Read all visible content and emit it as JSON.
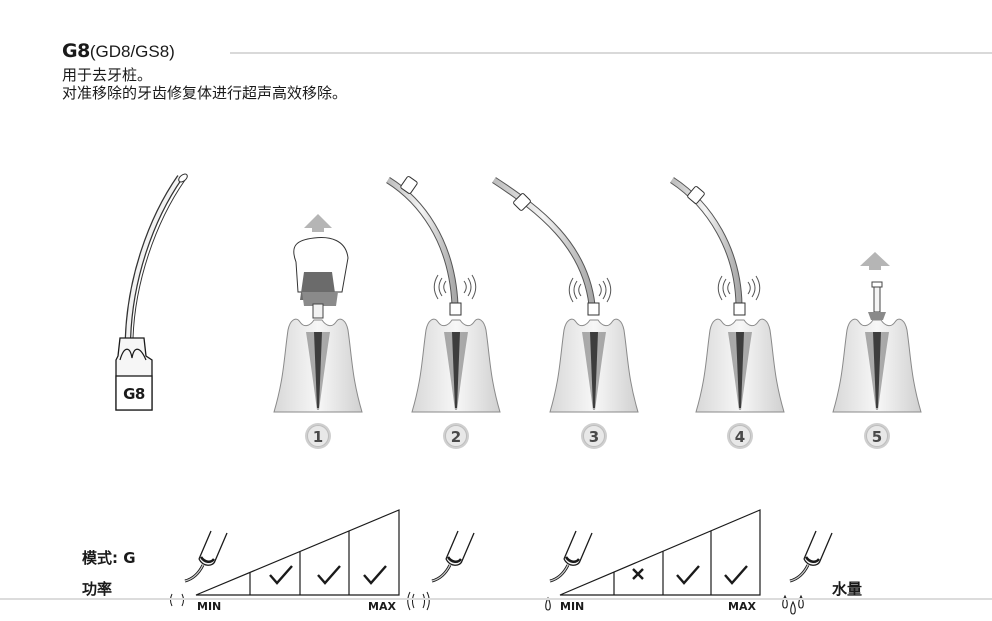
{
  "header": {
    "code": "G8",
    "variants": "(GD8/GS8)",
    "description_line1": "用于去牙桩。",
    "description_line2": "对准移除的牙齿修复体进行超声高效移除。"
  },
  "tip_label": "G8",
  "steps": [
    "1",
    "2",
    "3",
    "4",
    "5"
  ],
  "settings": {
    "mode_label": "模式: G",
    "power_label": "功率",
    "water_label": "水量",
    "power_min": "MIN",
    "power_max": "MAX",
    "water_min": "MIN",
    "water_max": "MAX",
    "power_levels": [
      "check",
      "check",
      "check"
    ],
    "water_levels": [
      "cross",
      "check",
      "check"
    ]
  },
  "icons": [
    "instrument-tip-icon",
    "tooth-icon",
    "vibration-icon",
    "up-arrow-icon",
    "check-icon",
    "cross-icon",
    "handpiece-icon",
    "water-drop-icon"
  ]
}
